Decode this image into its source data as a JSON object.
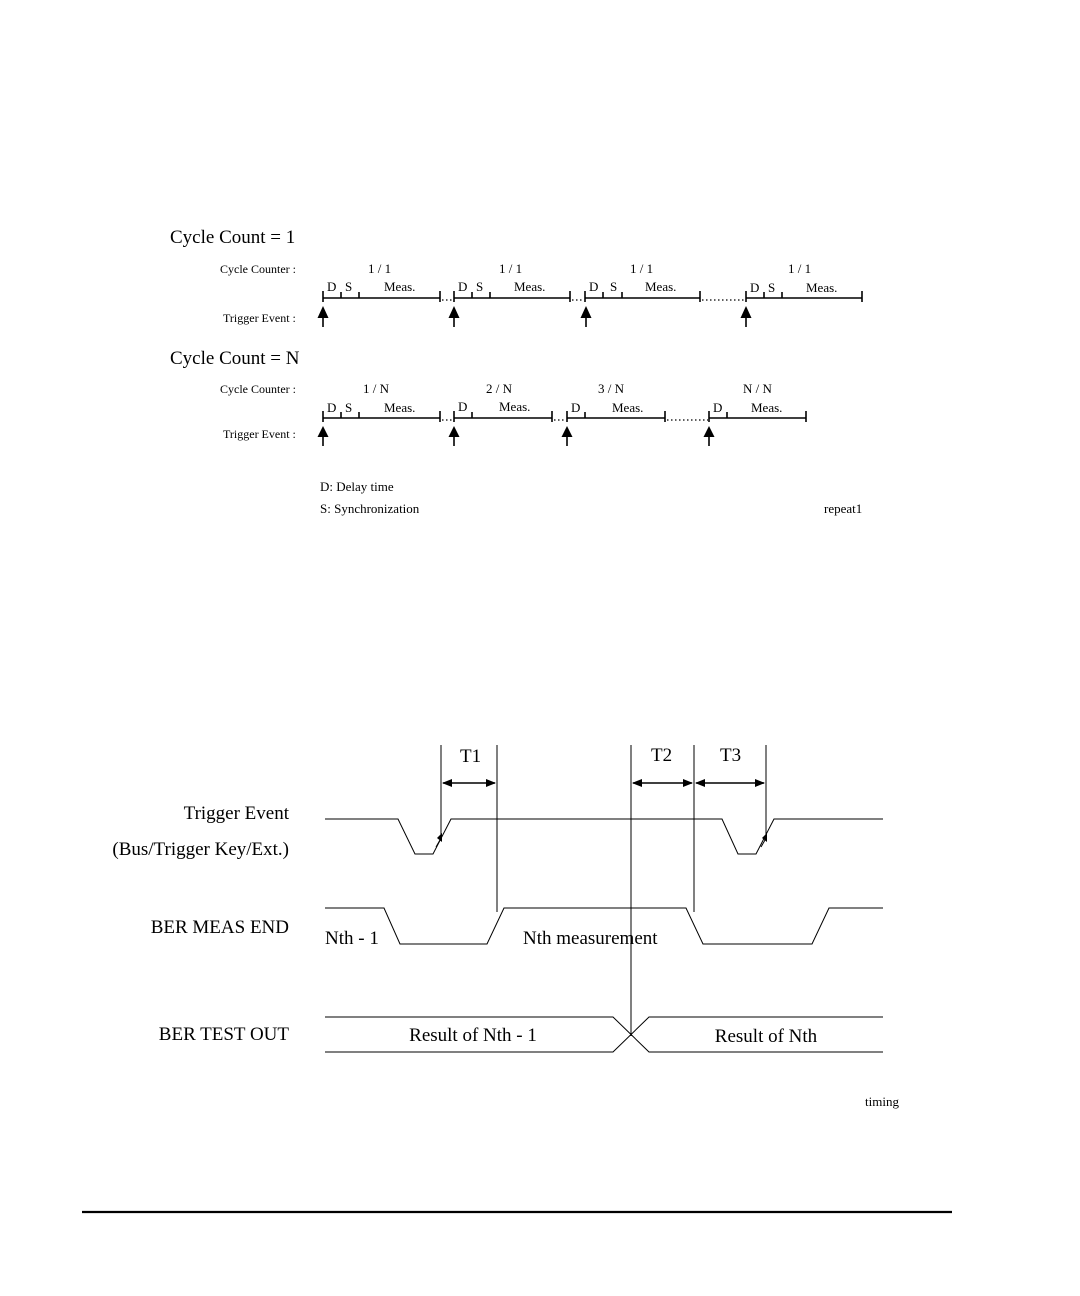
{
  "repeat_diagram": {
    "section1_title": "Cycle Count = 1",
    "section2_title": "Cycle Count = N",
    "cycle_counter_label": "Cycle Counter :",
    "trigger_event_label": "Trigger Event :",
    "d": "D",
    "s": "S",
    "meas": "Meas.",
    "s1_counts": [
      "1 / 1",
      "1 / 1",
      "1 / 1",
      "1 / 1"
    ],
    "s2_counts": [
      "1 / N",
      "2 / N",
      "3 / N",
      "N / N"
    ],
    "legend_d": "D: Delay time",
    "legend_s": "S: Synchronization",
    "figure_id": "repeat1"
  },
  "timing_diagram": {
    "t1": "T1",
    "t2": "T2",
    "t3": "T3",
    "trigger_event": "Trigger Event",
    "trigger_sources": "(Bus/Trigger Key/Ext.)",
    "ber_meas_end": "BER MEAS END",
    "ber_test_out": "BER TEST OUT",
    "nth_minus_1": "Nth - 1",
    "nth_measurement": "Nth measurement",
    "result_nth_minus_1": "Result of Nth - 1",
    "result_nth": "Result of Nth",
    "figure_id": "timing"
  }
}
